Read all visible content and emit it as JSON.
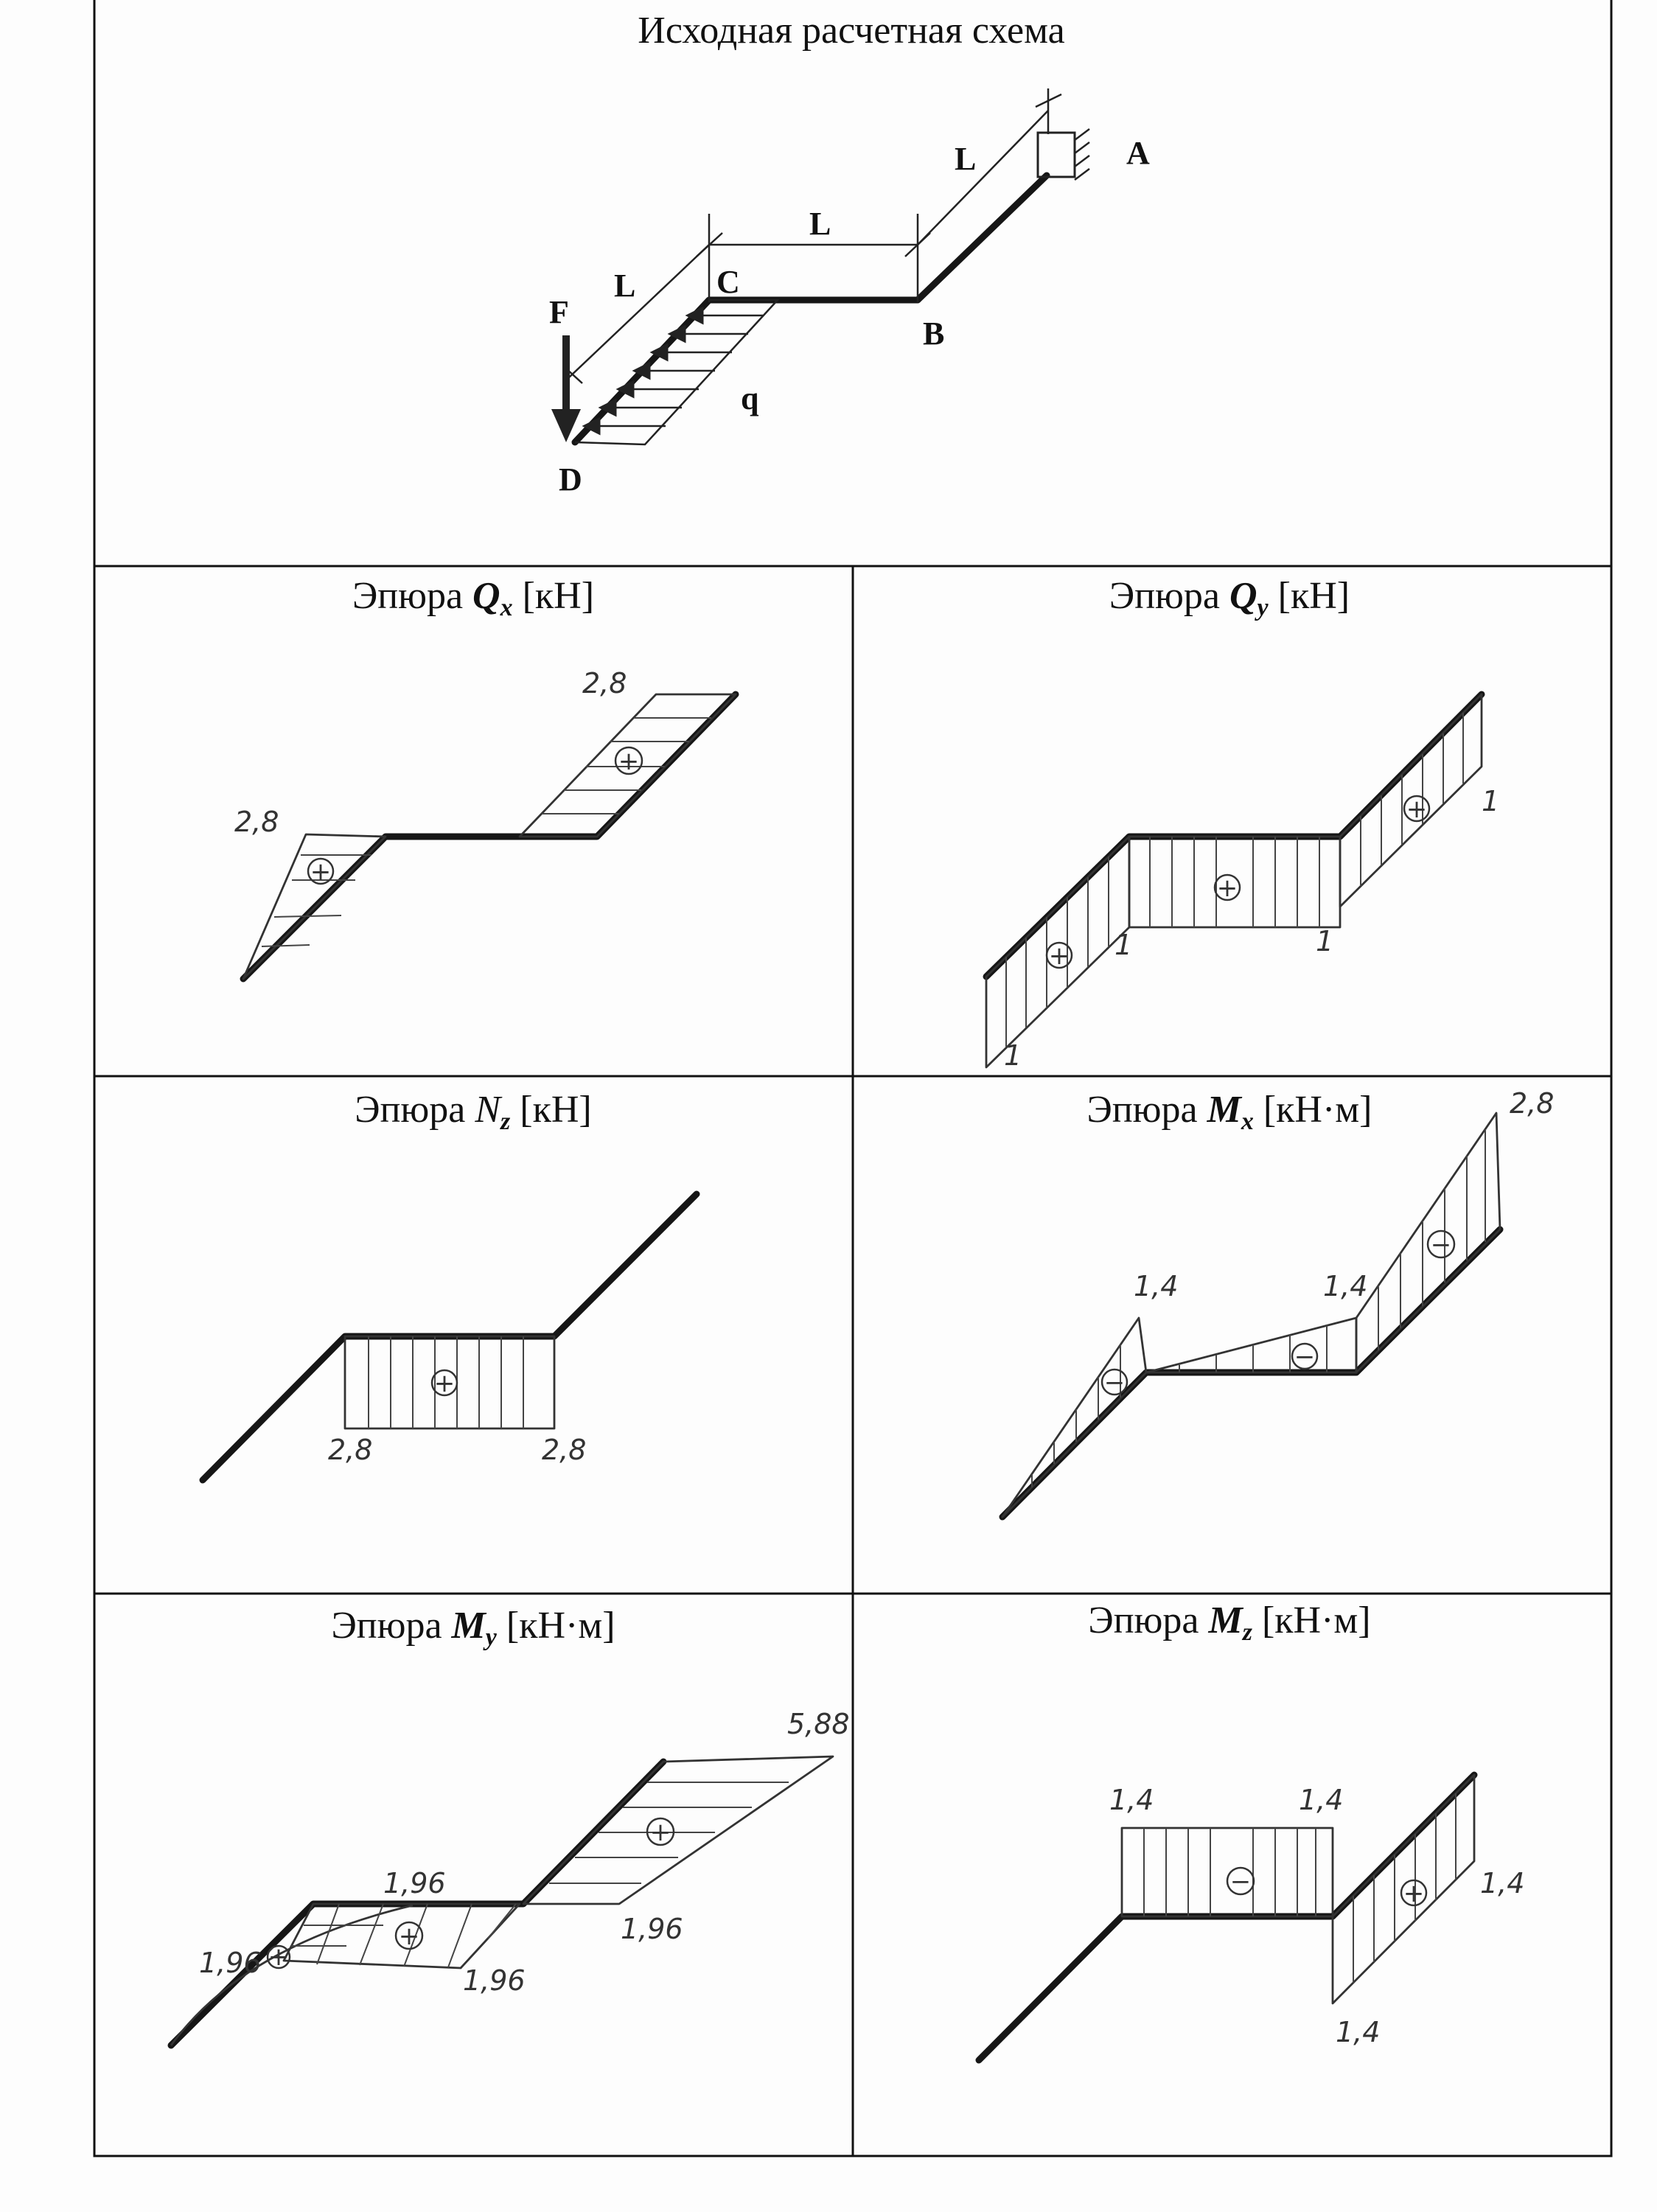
{
  "scheme": {
    "title": "Исходная расчетная схема",
    "labels": {
      "A": "A",
      "B": "B",
      "C": "C",
      "D": "D",
      "F": "F",
      "q": "q",
      "L1": "L",
      "L2": "L",
      "L3": "L"
    }
  },
  "panels": {
    "qx": {
      "title_prefix": "Эпюра ",
      "symbol": "Q",
      "subscript": "x",
      "unit": " [кН]",
      "values": [
        "2,8",
        "2,8"
      ],
      "signs": [
        "+",
        "+"
      ]
    },
    "qy": {
      "title_prefix": "Эпюра ",
      "symbol": "Q",
      "subscript": "y",
      "unit": " [кН]",
      "values": [
        "1",
        "1",
        "1",
        "1"
      ],
      "signs": [
        "+",
        "+",
        "+"
      ]
    },
    "nz": {
      "title_prefix": "Эпюра ",
      "symbol": "N",
      "subscript": "z",
      "unit": " [кН]",
      "values": [
        "2,8",
        "2,8"
      ],
      "signs": [
        "+"
      ]
    },
    "mx": {
      "title_prefix": "Эпюра ",
      "symbol": "M",
      "subscript": "x",
      "unit": " [кН·м]",
      "values": [
        "1,4",
        "1,4",
        "2,8"
      ],
      "signs": [
        "−",
        "−",
        "−"
      ]
    },
    "my": {
      "title_prefix": "Эпюра ",
      "symbol": "M",
      "subscript": "y",
      "unit": " [кН·м]",
      "values": [
        "5,88",
        "1,96",
        "1,96",
        "1,96",
        "1,96"
      ],
      "signs": [
        "+",
        "+",
        "+"
      ]
    },
    "mz": {
      "title_prefix": "Эпюра ",
      "symbol": "M",
      "subscript": "z",
      "unit": " [кН·м]",
      "values": [
        "1,4",
        "1,4",
        "1,4",
        "1,4"
      ],
      "signs": [
        "−",
        "+"
      ]
    }
  }
}
